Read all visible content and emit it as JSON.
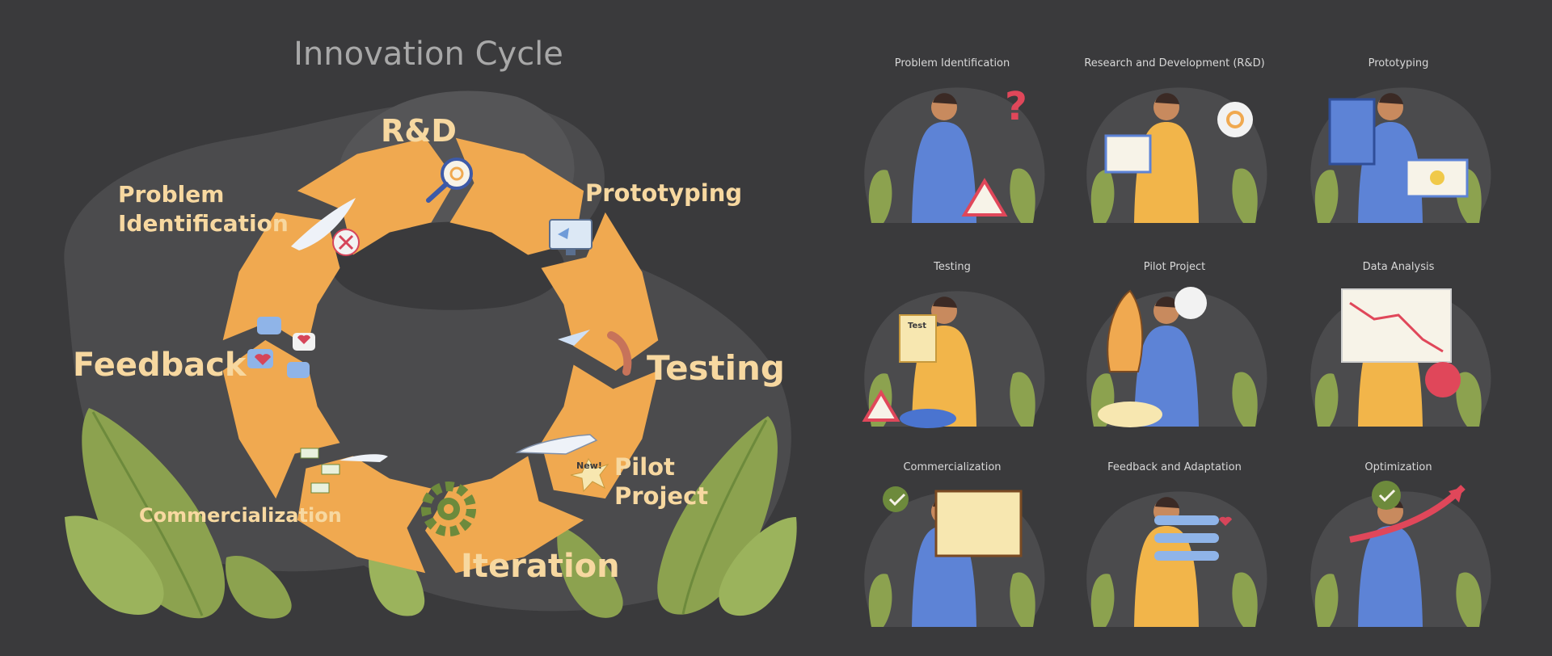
{
  "diagram": {
    "title": "Innovation Cycle",
    "cycle_stages": [
      {
        "id": "rd",
        "label_lines": [
          "R&D"
        ]
      },
      {
        "id": "prototyping",
        "label_lines": [
          "Prototyping"
        ]
      },
      {
        "id": "testing",
        "label_lines": [
          "Testing"
        ]
      },
      {
        "id": "pilot",
        "label_lines": [
          "Pilot",
          "Project"
        ]
      },
      {
        "id": "iteration",
        "label_lines": [
          "Iteration"
        ]
      },
      {
        "id": "commercialization",
        "label_lines": [
          "Commercialization"
        ]
      },
      {
        "id": "feedback",
        "label_lines": [
          "Feedback"
        ]
      },
      {
        "id": "problem",
        "label_lines": [
          "Problem",
          "Identification"
        ]
      }
    ],
    "stage_icon_text": {
      "new_badge": "New!"
    }
  },
  "panels": [
    {
      "title": "Problem Identification",
      "icon": "question-warning-icon"
    },
    {
      "title": "Research and Development (R&D)",
      "icon": "researchers-computer-icon"
    },
    {
      "title": "Prototyping",
      "icon": "3d-printer-icon"
    },
    {
      "title": "Testing",
      "icon": "clipboard-test-icon",
      "badge_text": "Test"
    },
    {
      "title": "Pilot Project",
      "icon": "rocket-launch-icon"
    },
    {
      "title": "Data Analysis",
      "icon": "chart-board-icon"
    },
    {
      "title": "Commercialization",
      "icon": "presentation-icon"
    },
    {
      "title": "Feedback and Adaptation",
      "icon": "rating-sliders-icon"
    },
    {
      "title": "Optimization",
      "icon": "growth-arrow-icon"
    }
  ],
  "colors": {
    "background": "#3a3a3c",
    "blob": "#4b4b4d",
    "arrow": "#f0a950",
    "label": "#f7d8a0",
    "title": "#a8a8a8",
    "leaf": "#8ca24f",
    "leaf_dark": "#6d8a3c"
  }
}
